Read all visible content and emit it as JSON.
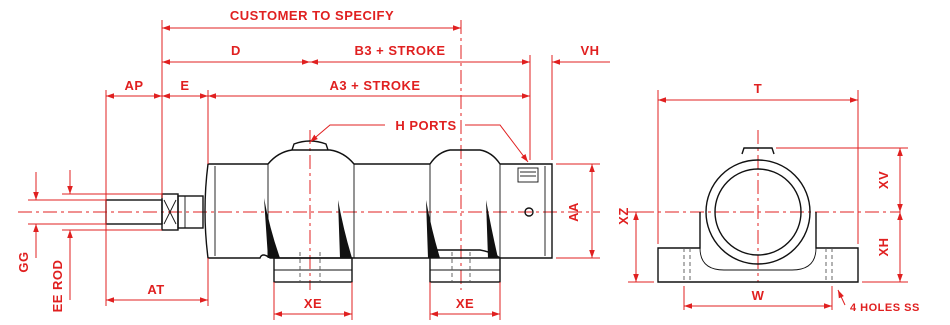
{
  "drawing": {
    "side_view": {
      "labels": {
        "customer_to_specify": "CUSTOMER TO SPECIFY",
        "d": "D",
        "b3_stroke": "B3 + STROKE",
        "vh": "VH",
        "ap": "AP",
        "e": "E",
        "a3_stroke": "A3 + STROKE",
        "h_ports": "H PORTS",
        "aa": "AA",
        "gg": "GG",
        "ee_rod": "EE ROD",
        "at": "AT",
        "xe_left": "XE",
        "xe_right": "XE"
      }
    },
    "end_view": {
      "labels": {
        "t": "T",
        "xv": "XV",
        "xz": "XZ",
        "xh": "XH",
        "w": "W",
        "holes": "4 HOLES SS"
      }
    },
    "colors": {
      "dimension": "#e02020",
      "outline": "#111111"
    }
  }
}
